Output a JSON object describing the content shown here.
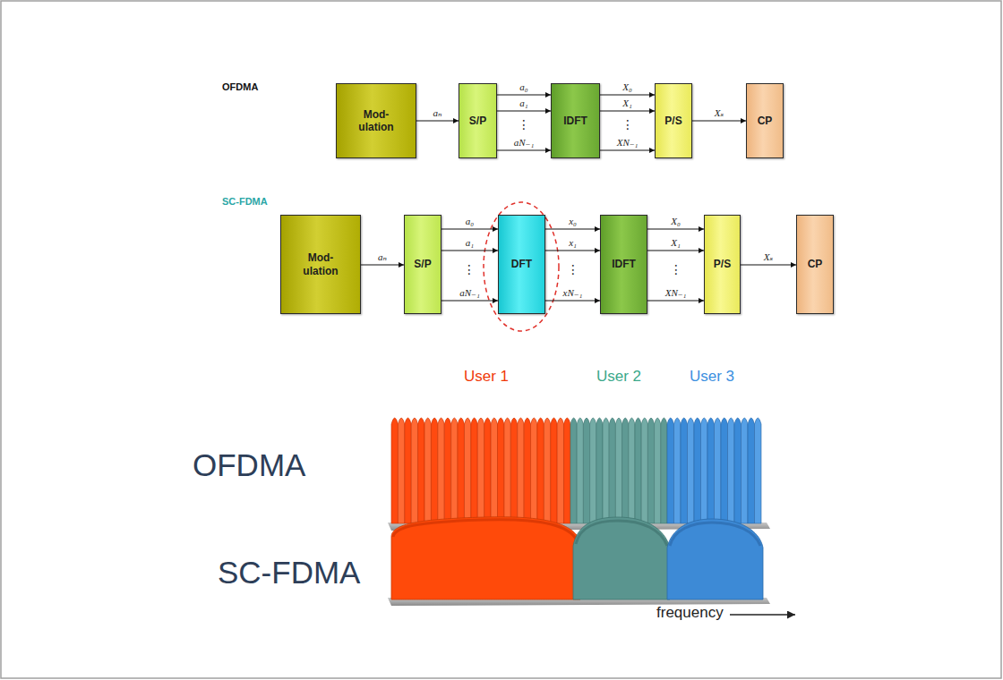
{
  "diagram": {
    "nodes": [
      {
        "text": [
          "Mod- ulation"
        ]
      },
      {
        "text": [
          "S/P"
        ]
      },
      {
        "text": [
          "IDFT"
        ]
      },
      {
        "text": [
          "P/S"
        ]
      },
      {
        "text": [
          "CP"
        ]
      },
      {
        "text": [
          "Mod- ulation"
        ]
      },
      {
        "text": [
          "S/P"
        ]
      },
      {
        "text": [
          "DFT"
        ]
      },
      {
        "text": [
          "IDFT"
        ]
      },
      {
        "text": [
          "P/S"
        ]
      },
      {
        "text": [
          "CP"
        ]
      }
    ],
    "edges": [
      {
        "from": 0,
        "to": 1,
        "arrow": "to",
        "label": "aₙ"
      },
      {
        "from": 1,
        "to": 2,
        "arrow": "to",
        "label": "a₀"
      },
      {
        "from": 1,
        "to": 2,
        "arrow": "to",
        "label": "a₁"
      },
      {
        "from": 1,
        "to": 2,
        "arrow": "to",
        "label": "aN₋₁"
      },
      {
        "from": 2,
        "to": 3,
        "arrow": "to",
        "label": "X₀"
      },
      {
        "from": 2,
        "to": 3,
        "arrow": "to",
        "label": "X₁"
      },
      {
        "from": 2,
        "to": 3,
        "arrow": "to",
        "label": "XN₋₁"
      },
      {
        "from": 3,
        "to": 4,
        "arrow": "to",
        "label": "Xₛ"
      },
      {
        "from": 5,
        "to": 6,
        "arrow": "to",
        "label": "aₙ"
      },
      {
        "from": 6,
        "to": 7,
        "arrow": "to",
        "label": "a₀"
      },
      {
        "from": 6,
        "to": 7,
        "arrow": "to",
        "label": "a₁"
      },
      {
        "from": 6,
        "to": 7,
        "arrow": "to",
        "label": "aN₋₁"
      },
      {
        "from": 7,
        "to": 8,
        "arrow": "to",
        "label": "x₀"
      },
      {
        "from": 7,
        "to": 8,
        "arrow": "to",
        "label": "x₁"
      },
      {
        "from": 7,
        "to": 8,
        "arrow": "to",
        "label": "xN₋₁"
      },
      {
        "from": 8,
        "to": 9,
        "arrow": "to",
        "label": "X₀"
      },
      {
        "from": 8,
        "to": 9,
        "arrow": "to",
        "label": "X₁"
      },
      {
        "from": 8,
        "to": 9,
        "arrow": "to",
        "label": "XN₋₁"
      },
      {
        "from": 9,
        "to": 10,
        "arrow": "to",
        "label": "Xₛ"
      }
    ],
    "labels": [
      "OFDMA",
      "⋮",
      "⋮",
      "SC-FDMA",
      "⋮",
      "⋮",
      "⋮",
      "User 1",
      "User 2",
      "User 3",
      "OFDMA",
      "SC-FDMA",
      "frequency"
    ]
  }
}
